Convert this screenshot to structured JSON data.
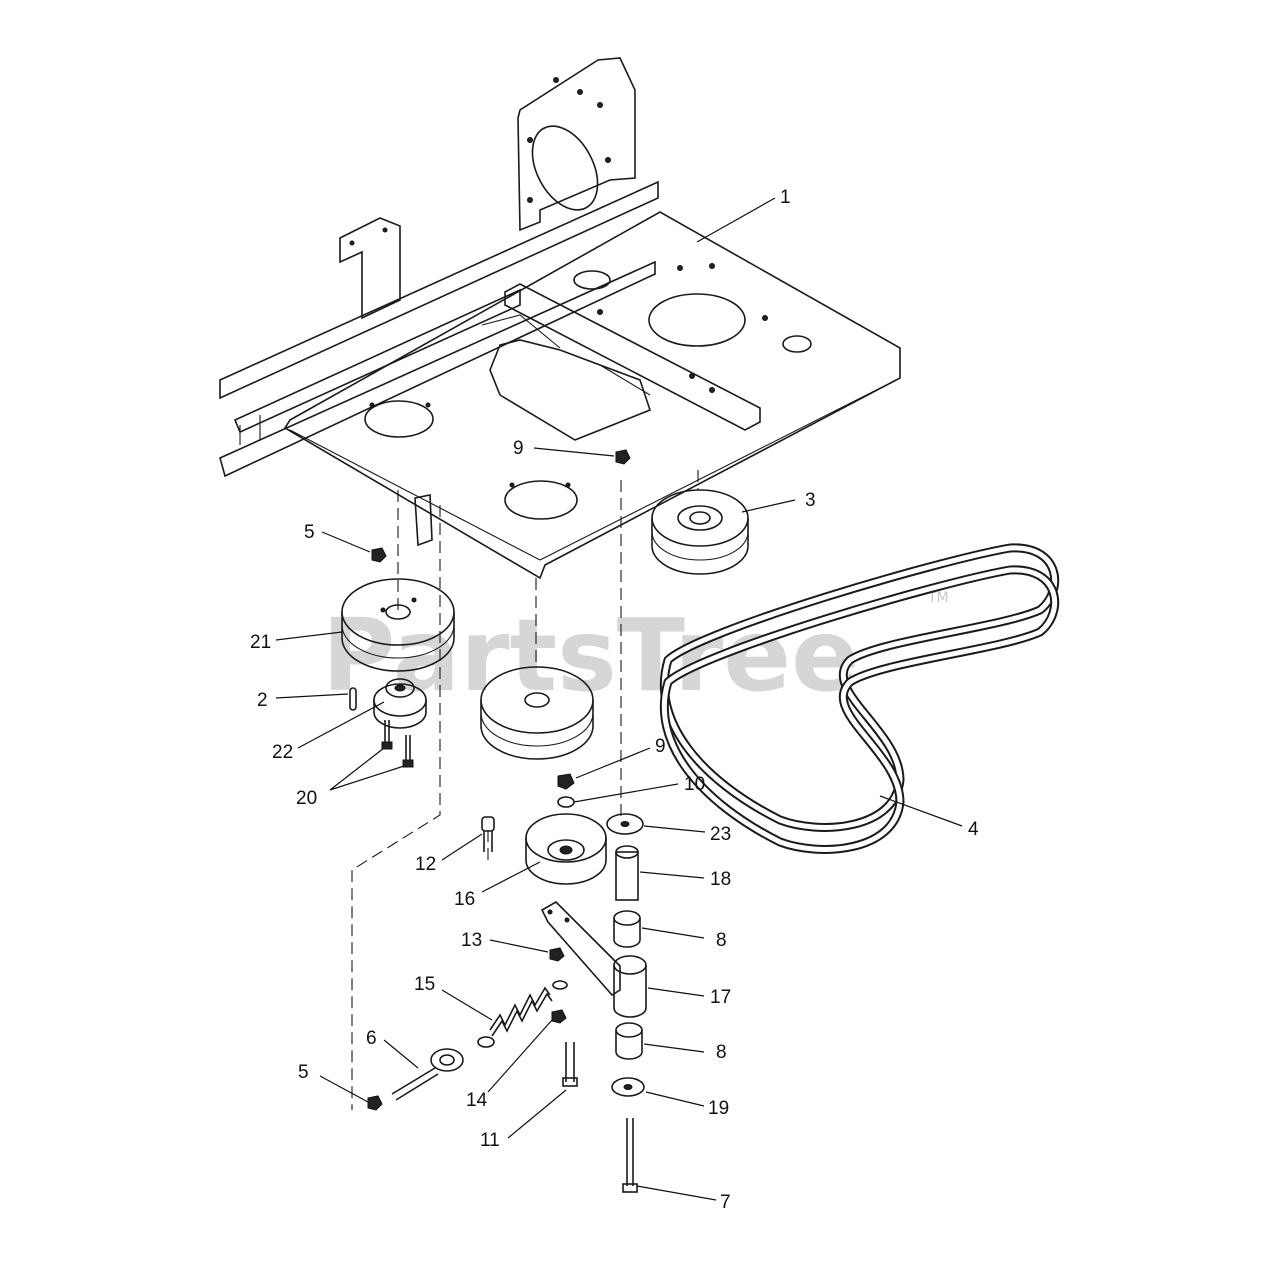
{
  "watermark": {
    "text": "PartsTree",
    "trademark": "TM"
  },
  "callouts": [
    {
      "n": "1"
    },
    {
      "n": "9"
    },
    {
      "n": "3"
    },
    {
      "n": "5"
    },
    {
      "n": "21"
    },
    {
      "n": "2"
    },
    {
      "n": "22"
    },
    {
      "n": "20"
    },
    {
      "n": "9"
    },
    {
      "n": "10"
    },
    {
      "n": "23"
    },
    {
      "n": "4"
    },
    {
      "n": "12"
    },
    {
      "n": "16"
    },
    {
      "n": "18"
    },
    {
      "n": "8"
    },
    {
      "n": "13"
    },
    {
      "n": "17"
    },
    {
      "n": "15"
    },
    {
      "n": "6"
    },
    {
      "n": "8"
    },
    {
      "n": "5"
    },
    {
      "n": "14"
    },
    {
      "n": "19"
    },
    {
      "n": "11"
    },
    {
      "n": "7"
    }
  ],
  "colors": {
    "line": "#1a1a1a",
    "watermark": "#cfcfcf",
    "background": "#ffffff"
  }
}
